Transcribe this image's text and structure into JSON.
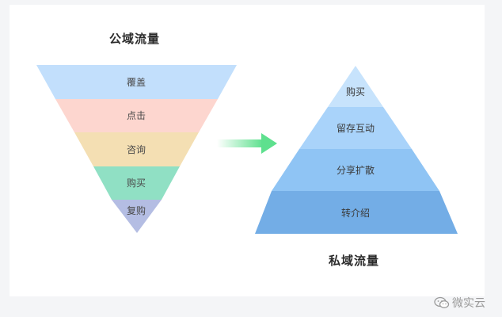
{
  "public_funnel": {
    "title": "公域流量",
    "layers": [
      {
        "label": "覆盖",
        "color": "#c2dffc"
      },
      {
        "label": "点击",
        "color": "#fdd6cf"
      },
      {
        "label": "咨询",
        "color": "#f4dfb3"
      },
      {
        "label": "购买",
        "color": "#90e0c4"
      },
      {
        "label": "复购",
        "color": "#b4bde3"
      }
    ]
  },
  "private_pyramid": {
    "title": "私域流量",
    "layers": [
      {
        "label": "购买",
        "color": "#c7e3fc"
      },
      {
        "label": "留存互动",
        "color": "#a9d3fa"
      },
      {
        "label": "分享扩散",
        "color": "#8fc4f4"
      },
      {
        "label": "转介绍",
        "color": "#73ade6"
      }
    ]
  },
  "arrow": {
    "color_start": "#ffffff",
    "color_end": "#5ee08e"
  },
  "watermark": {
    "text": "微实云"
  }
}
